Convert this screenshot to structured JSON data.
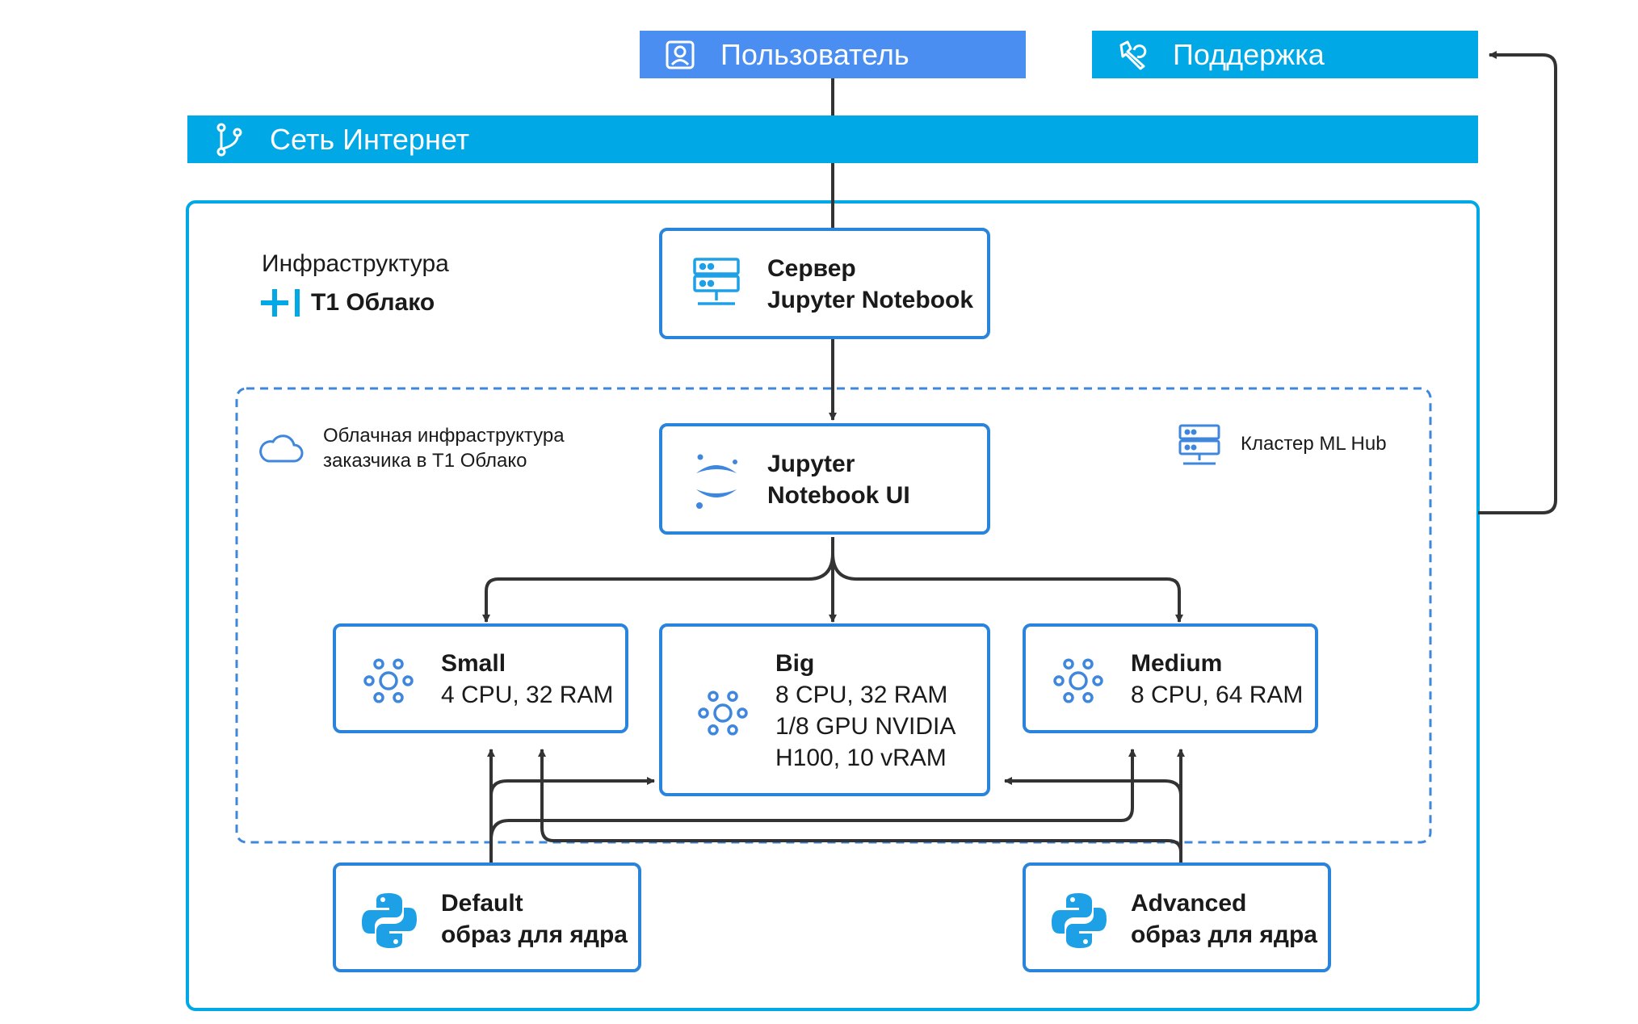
{
  "colors": {
    "accent": "#00a8e6",
    "primary": "#4a8ef2",
    "border": "#2a84dc",
    "arrow": "#333333",
    "python_blue": "#1ea0e6"
  },
  "top": {
    "user": {
      "label": "Пользователь",
      "icon": "user-icon"
    },
    "support": {
      "label": "Поддержка",
      "icon": "wrench-icon"
    },
    "internet": {
      "label": "Сеть Интернет",
      "icon": "git-branch-icon"
    }
  },
  "infra": {
    "label": "Инфраструктура",
    "brand": "T1 Облако"
  },
  "cloud": {
    "line1": "Облачная инфраструктура",
    "line2": "заказчика в T1 Облако",
    "icon": "cloud-icon"
  },
  "cluster": {
    "label": "Кластер ML Hub",
    "icon": "server-icon"
  },
  "server": {
    "line1": "Сервер",
    "line2": "Jupyter Notebook",
    "icon": "server-icon"
  },
  "jupyter_ui": {
    "line1": "Jupyter",
    "line2": "Notebook UI",
    "icon": "jupyter-icon"
  },
  "nodes": {
    "small": {
      "name": "Small",
      "spec1": "4 CPU, 32 RAM"
    },
    "big": {
      "name": "Big",
      "spec1": "8 CPU, 32 RAM",
      "spec2": "1/8 GPU NVIDIA",
      "spec3": "H100, 10 vRAM"
    },
    "medium": {
      "name": "Medium",
      "spec1": "8 CPU, 64 RAM"
    }
  },
  "images": {
    "default": {
      "name": "Default",
      "desc": "образ для ядра",
      "icon": "python-icon"
    },
    "advanced": {
      "name": "Advanced",
      "desc": "образ для ядра",
      "icon": "python-icon"
    }
  }
}
